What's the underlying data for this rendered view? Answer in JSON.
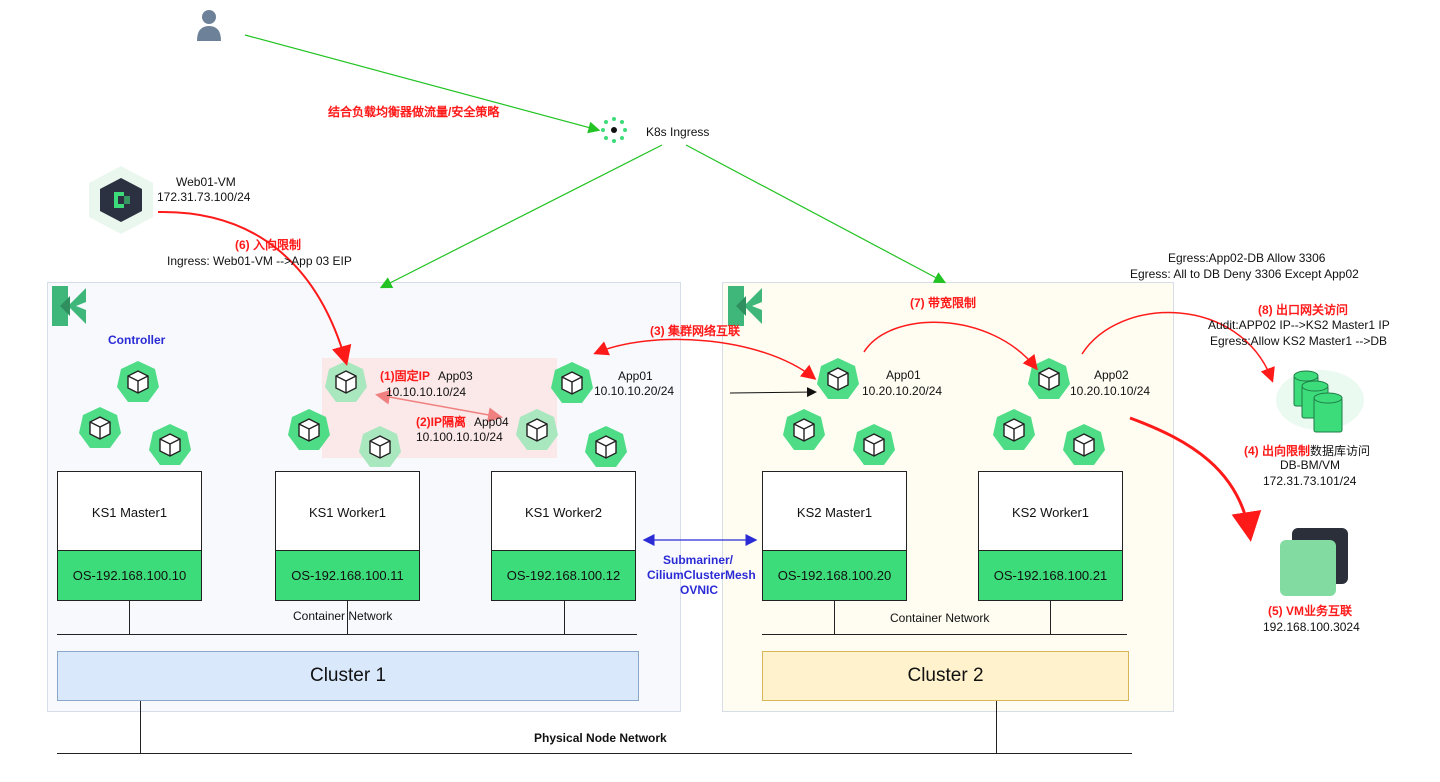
{
  "labels": {
    "lb_policy": "结合负载均衡器做流量/安全策略",
    "ingress": "K8s Ingress",
    "web_vm_name": "Web01-VM",
    "web_vm_ip": "172.31.73.100/24",
    "inbound_title": "(6) 入向限制",
    "inbound_rule": "Ingress: Web01-VM -->App 03 EIP",
    "egress_line1": "Egress:App02-DB Allow 3306",
    "egress_line2": "Egress: All to DB Deny 3306 Except App02",
    "bandwidth": "(7) 带宽限制",
    "interconnect": "(3) 集群网络互联",
    "gateway_title": "(8) 出口网关访问",
    "audit": "Audit:APP02 IP-->KS2 Master1 IP",
    "egress_allow": "Egress:Allow KS2 Master1 -->DB",
    "controller": "Controller",
    "fixed_ip": "(1)固定IP",
    "app03": "App03",
    "app03_ip": "10.10.10.10/24",
    "ip_isolation": "(2)IP隔离",
    "app04": "App04",
    "app04_ip": "10.100.10.10/24",
    "c1_app01": "App01",
    "c1_app01_ip": "10.10.10.20/24",
    "c2_app01": "App01",
    "c2_app01_ip": "10.20.10.20/24",
    "c2_app02": "App02",
    "c2_app02_ip": "10.20.10.10/24",
    "outbound_title": "(4) 出向限制",
    "outbound_tail": "数据库访问",
    "db_name": "DB-BM/VM",
    "db_ip": "172.31.73.101/24",
    "vm_title": "(5) VM业务互联",
    "vm_ip": "192.168.100.3024",
    "submariner1": "Submariner/",
    "submariner2": "CiliumClusterMesh",
    "submariner3": "OVNIC",
    "container_network": "Container Network",
    "physical_network": "Physical Node Network"
  },
  "nodes": [
    {
      "name": "KS1 Master1",
      "os": "OS-192.168.100.10"
    },
    {
      "name": "KS1 Worker1",
      "os": "OS-192.168.100.11"
    },
    {
      "name": "KS1 Worker2",
      "os": "OS-192.168.100.12"
    },
    {
      "name": "KS2 Master1",
      "os": "OS-192.168.100.20"
    },
    {
      "name": "KS2 Worker1",
      "os": "OS-192.168.100.21"
    }
  ],
  "clusters": [
    {
      "name": "Cluster 1",
      "color": "#dae8fc"
    },
    {
      "name": "Cluster 2",
      "color": "#fff2cc"
    }
  ],
  "colors": {
    "green_arrow": "#22c322",
    "red_arrow": "#ff1a1a",
    "node_os_fill": "#3ddc7a",
    "pod_fill": "#4fdc86",
    "kubesphere_green": "#3fb67a"
  }
}
